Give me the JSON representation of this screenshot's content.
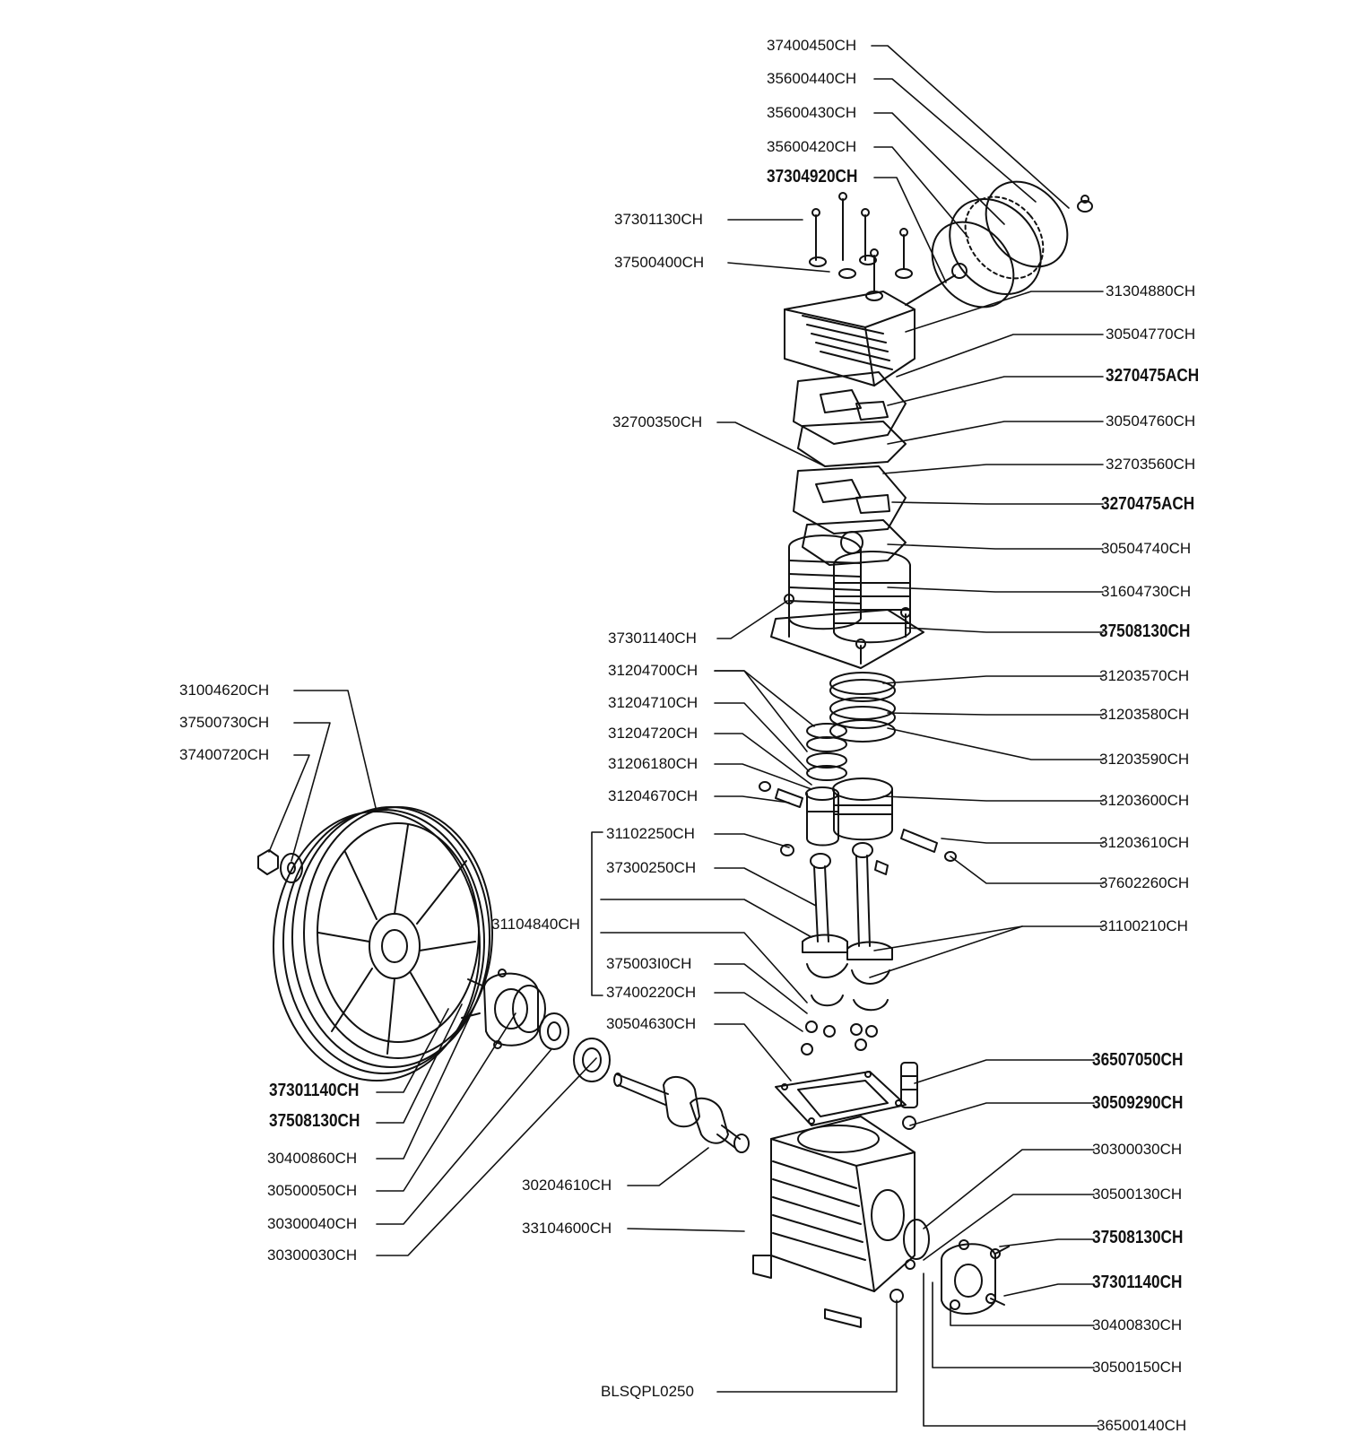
{
  "labels": {
    "l01": "37400450CH",
    "l02": "35600440CH",
    "l03": "35600430CH",
    "l04": "35600420CH",
    "l05": "37304920CH",
    "l06": "37301130CH",
    "l07": "37500400CH",
    "l08": "31304880CH",
    "l09": "30504770CH",
    "l10": "3270475ACH",
    "l11": "32700350CH",
    "l12": "30504760CH",
    "l13": "32703560CH",
    "l14": "3270475ACH",
    "l15": "30504740CH",
    "l16": "31604730CH",
    "l17": "37301140CH",
    "l18": "37508130CH",
    "l19": "31204700CH",
    "l20": "31203570CH",
    "l21": "31204710CH",
    "l22": "31203580CH",
    "l23": "31204720CH",
    "l24": "31206180CH",
    "l25": "31203590CH",
    "l26": "31204670CH",
    "l27": "31203600CH",
    "l28": "31102250CH",
    "l29": "31203610CH",
    "l30": "37300250CH",
    "l31": "37602260CH",
    "l32": "31104840CH",
    "l33": "31100210CH",
    "l34": "375003I0CH",
    "l35": "37400220CH",
    "l36": "30504630CH",
    "l37": "31004620CH",
    "l38": "37500730CH",
    "l39": "37400720CH",
    "l40": "36507050CH",
    "l41": "30509290CH",
    "l42": "30300030CH",
    "l43": "30500130CH",
    "l44": "37508130CH",
    "l45": "37301140CH",
    "l46": "30400830CH",
    "l47": "30500150CH",
    "l48": "36500140CH",
    "l49": "BLSQPL0250",
    "l50": "37301140CH",
    "l51": "37508130CH",
    "l52": "30400860CH",
    "l53": "30500050CH",
    "l54": "30300040CH",
    "l55": "30300030CH",
    "l56": "30204610CH",
    "l57": "33104600CH"
  }
}
